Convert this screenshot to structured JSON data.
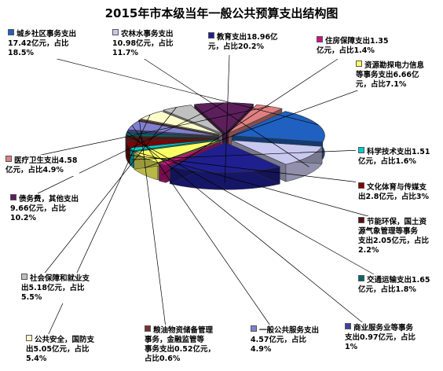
{
  "chart_data": {
    "type": "pie",
    "title": "2015年市本级当年一般公共预算支出结构图",
    "unit": "亿元",
    "slices": [
      {
        "name": "教育支出",
        "value": 18.96,
        "pct": "20.2%",
        "color": "#1F1F8F",
        "label": "教育支出18.96亿\n元，占比20.2%"
      },
      {
        "name": "住房保障支出",
        "value": 1.35,
        "pct": "1.4%",
        "color": "#C71585",
        "label": "住房保障支出1.35\n亿元，占比1.4%"
      },
      {
        "name": "资源勘探电力信息等事务支出",
        "value": 6.66,
        "pct": "7.1%",
        "color": "#FFFF66",
        "label": "资源勘探电力信息\n等事务支出6.66亿\n元，占比7.1%"
      },
      {
        "name": "科学技术支出",
        "value": 1.51,
        "pct": "1.6%",
        "color": "#00CCCC",
        "label": "科学技术支出1.51\n亿元，占比1.6%"
      },
      {
        "name": "文化体育与传媒支出",
        "value": 2.8,
        "pct": "3%",
        "color": "#800000",
        "label": "文化体育与传媒支\n出2.8亿元，占比3%"
      },
      {
        "name": "节能环保、国土资源气象管理等事务支出",
        "value": 2.05,
        "pct": "2.2%",
        "color": "#5A1010",
        "label": "节能环保，国土资\n源气象管理等事务\n支出2.05亿元，占比\n2.2%"
      },
      {
        "name": "交通运输支出",
        "value": 1.65,
        "pct": "1.8%",
        "color": "#006666",
        "label": "交通运输支出1.65\n亿元，占比1.8%"
      },
      {
        "name": "商业服务业等事务支出",
        "value": 0.97,
        "pct": "1%",
        "color": "#4040A0",
        "label": "商业服务业等事务\n支出0.97亿元，占比\n1%"
      },
      {
        "name": "一般公共服务支出",
        "value": 4.57,
        "pct": "4.9%",
        "color": "#8080D0",
        "label": "一般公共服务支出\n4.57亿元，占比\n4.9%"
      },
      {
        "name": "粮油物资储备管理事务、金融监管等事务支出",
        "value": 0.52,
        "pct": "0.6%",
        "color": "#7A3030",
        "label": "粮油物资储备管理\n事务，金融监管等\n事务支出0.52亿元，\n占比0.6%"
      },
      {
        "name": "公共安全、国防支出",
        "value": 5.05,
        "pct": "5.4%",
        "color": "#FFFFCC",
        "label": "公共安全，国防支\n出5.05亿元，占比\n5.4%"
      },
      {
        "name": "社会保障和就业支出",
        "value": 5.18,
        "pct": "5.5%",
        "color": "#C0C0C0",
        "label": "社会保障和就业支\n出5.18亿元，占比\n5.5%"
      },
      {
        "name": "债务费、其他支出",
        "value": 9.66,
        "pct": "10.2%",
        "color": "#5C1F5C",
        "label": "债务费，其他支出\n9.66亿元，占比\n10.2%"
      },
      {
        "name": "医疗卫生支出",
        "value": 4.58,
        "pct": "4.9%",
        "color": "#E08080",
        "label": "医疗卫生支出4.58\n亿元，占比4.9%"
      },
      {
        "name": "城乡社区事务支出",
        "value": 17.42,
        "pct": "18.5%",
        "color": "#2060C0",
        "label": "城乡社区事务支出\n17.42亿元，占比\n18.5%"
      },
      {
        "name": "农林水事务支出",
        "value": 10.98,
        "pct": "11.7%",
        "color": "#C8C8F0",
        "label": "农林水事务支出\n10.98亿元，占比\n11.7%"
      }
    ]
  }
}
